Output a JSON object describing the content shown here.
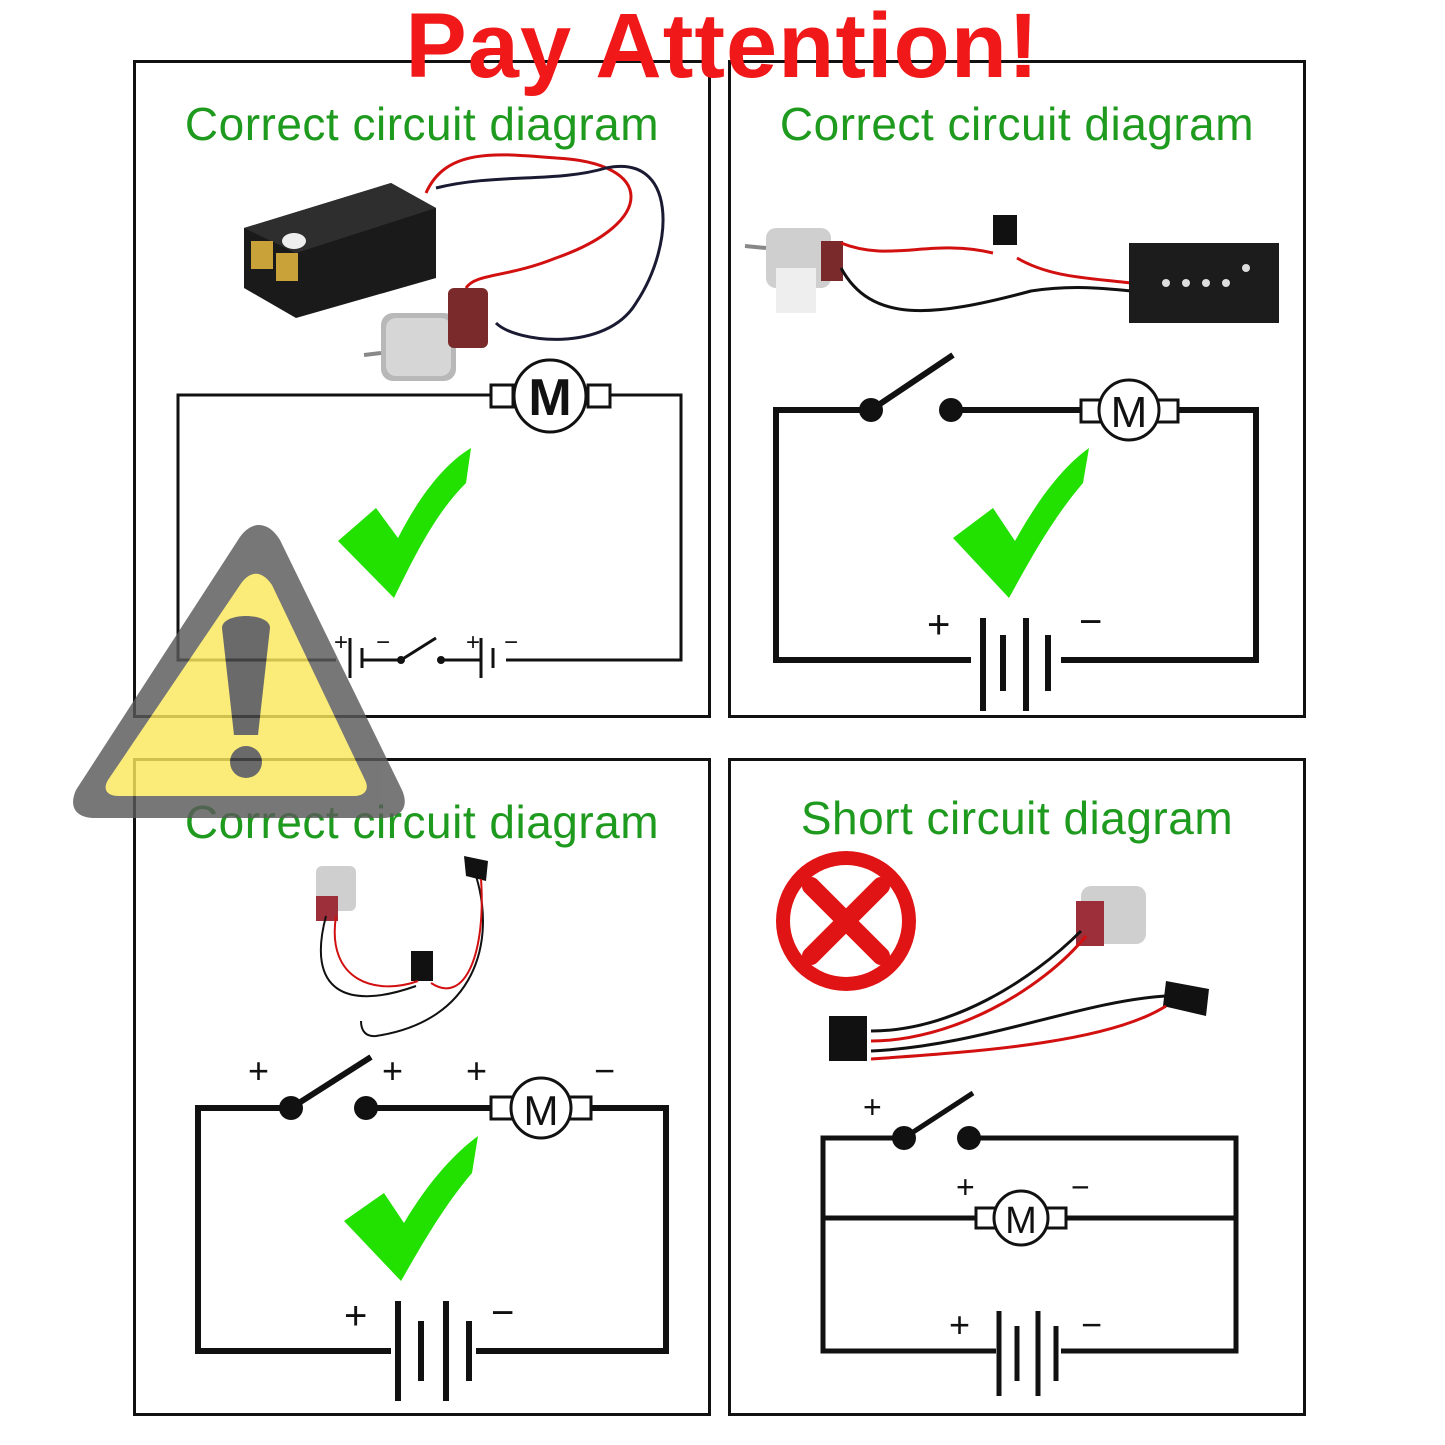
{
  "headline": "Pay Attention!",
  "panels": [
    {
      "title": "Correct circuit diagram",
      "status": "correct",
      "motor_label": "M",
      "battery_signs": [
        "+",
        "−",
        "+",
        "−"
      ]
    },
    {
      "title": "Correct circuit diagram",
      "status": "correct",
      "motor_label": "M",
      "battery_signs": [
        "+",
        "−"
      ]
    },
    {
      "title": "Correct circuit diagram",
      "status": "correct",
      "motor_label": "M",
      "switch_signs": [
        "+",
        "+"
      ],
      "motor_signs": [
        "+",
        "−"
      ],
      "battery_signs": [
        "+",
        "−"
      ]
    },
    {
      "title": "Short circuit diagram",
      "status": "wrong",
      "motor_label": "M",
      "switch_signs": [
        "+"
      ],
      "motor_signs": [
        "+",
        "−"
      ],
      "battery_signs": [
        "+",
        "−"
      ]
    }
  ],
  "colors": {
    "headline": "#f01818",
    "title": "#1e9a1e",
    "check": "#22e000",
    "cross": "#e01414",
    "warning_fill": "#fbe85c",
    "warning_border": "#555555"
  },
  "icons": [
    "check-icon",
    "cross-icon",
    "warning-icon",
    "motor-symbol",
    "battery-symbol",
    "switch-symbol"
  ]
}
